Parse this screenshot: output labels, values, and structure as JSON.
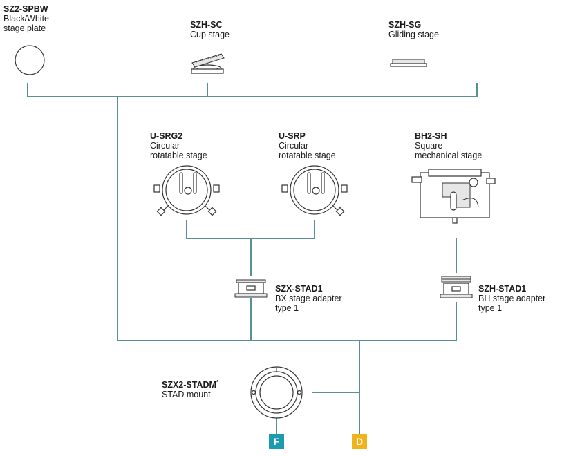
{
  "items": [
    {
      "code": "SZ2-SPBW",
      "desc": "Black/White\nstage plate"
    },
    {
      "code": "SZH-SC",
      "desc": "Cup stage"
    },
    {
      "code": "SZH-SG",
      "desc": "Gliding stage"
    },
    {
      "code": "U-SRG2",
      "desc": "Circular\nrotatable stage"
    },
    {
      "code": "U-SRP",
      "desc": "Circular\nrotatable stage"
    },
    {
      "code": "BH2-SH",
      "desc": "Square\nmechanical stage"
    },
    {
      "code": "SZX-STAD1",
      "desc": "BX stage adapter\ntype 1"
    },
    {
      "code": "SZH-STAD1",
      "desc": "BH stage adapter\ntype 1"
    },
    {
      "code": "SZX2-STADM",
      "code_mark": "*",
      "desc": "STAD mount"
    }
  ],
  "badges": [
    {
      "letter": "F",
      "color": "#1c9aae"
    },
    {
      "letter": "D",
      "color": "#f2b21b"
    }
  ],
  "line_color": "#5b8f97"
}
